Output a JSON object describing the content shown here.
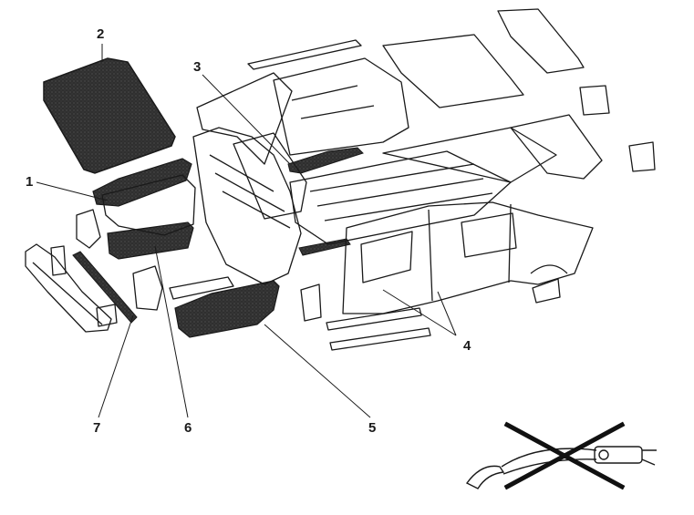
{
  "diagram": {
    "callouts": [
      {
        "id": "1",
        "label": "1"
      },
      {
        "id": "2",
        "label": "2"
      },
      {
        "id": "3",
        "label": "3"
      },
      {
        "id": "4",
        "label": "4"
      },
      {
        "id": "5",
        "label": "5"
      },
      {
        "id": "6",
        "label": "6"
      },
      {
        "id": "7",
        "label": "7"
      }
    ],
    "icons": {
      "forbidden": "cross-out-icon",
      "tool": "welding-torch-icon"
    },
    "colors": {
      "ink": "#1a1a1a",
      "insulation": "#3a3a3a",
      "paper": "#ffffff"
    }
  }
}
